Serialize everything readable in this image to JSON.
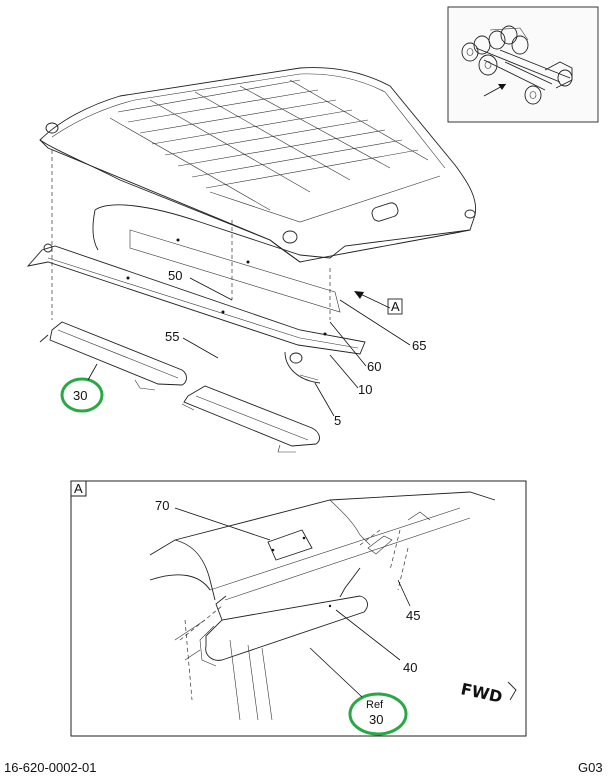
{
  "diagram": {
    "callouts_main": [
      "50",
      "55",
      "30",
      "65",
      "60",
      "10",
      "5"
    ],
    "view_ref_letter": "A",
    "detail_box_letter": "A",
    "detail_callouts": [
      "70",
      "45",
      "40"
    ],
    "detail_ref_prefix": "Ref",
    "detail_ref_number": "30",
    "fwd_label": "FWD",
    "footer_left": "16-620-0002-01",
    "footer_right": "G03",
    "highlight_color": "#2aa845"
  }
}
